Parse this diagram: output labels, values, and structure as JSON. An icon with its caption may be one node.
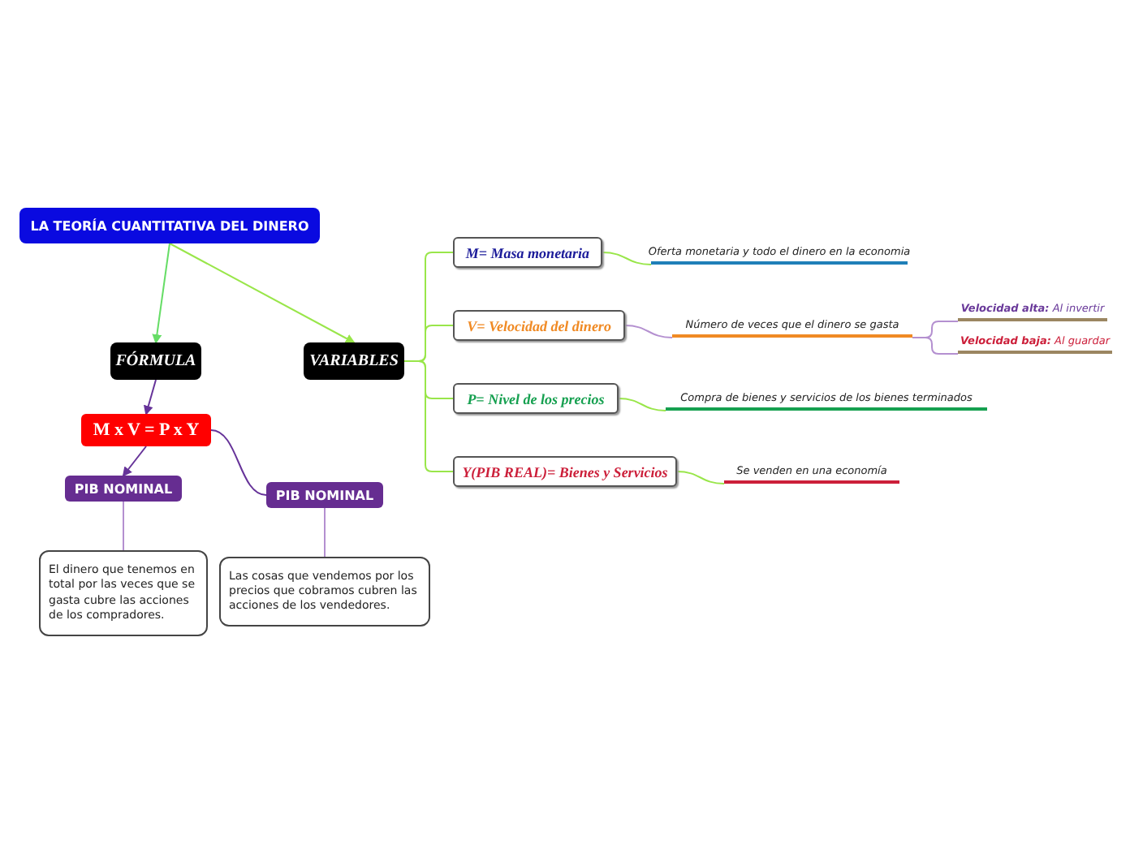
{
  "diagram": {
    "nodes": [
      {
        "text": [
          "LA TEORÍA CUANTITATIVA DEL DINERO"
        ]
      },
      {
        "text": [
          "FÓRMULA"
        ]
      },
      {
        "text": [
          "VARIABLES"
        ]
      },
      {
        "text": [
          "M x V = P x Y"
        ]
      },
      {
        "text": [
          "PIB NOMINAL"
        ]
      },
      {
        "text": [
          "PIB NOMINAL"
        ]
      },
      {
        "text": [
          "El dinero que tenemos en total por las veces que se gasta cubre las acciones de los compradores."
        ]
      },
      {
        "text": [
          "Las cosas que vendemos por los precios que cobramos cubren las acciones de los vendedores."
        ]
      },
      {
        "text": [
          "M= Masa monetaria"
        ]
      },
      {
        "text": [
          "Oferta monetaria y todo el dinero en la economia"
        ]
      },
      {
        "text": [
          "V= Velocidad del dinero"
        ]
      },
      {
        "text": [
          "Número de veces que el dinero se gasta"
        ]
      },
      {
        "text": [
          "**Velocidad alta:** Al invertir"
        ]
      },
      {
        "text": [
          "**Velocidad baja:** Al guardar"
        ]
      },
      {
        "text": [
          "P= Nivel de los precios"
        ]
      },
      {
        "text": [
          "Compra de bienes y servicios de los bienes terminados"
        ]
      },
      {
        "text": [
          "Y(PIB REAL)= Bienes y Servicios"
        ]
      },
      {
        "text": [
          "Se venden en una economía"
        ]
      }
    ],
    "edges": [
      {
        "from": 0,
        "to": 1,
        "arrow": "to",
        "color": "#66dd66"
      },
      {
        "from": 0,
        "to": 2,
        "arrow": "to"
      },
      {
        "from": 1,
        "to": 3,
        "arrow": "to",
        "color": "#663399"
      },
      {
        "from": 3,
        "to": 4,
        "arrow": "to",
        "color": "#663399"
      },
      {
        "from": 3,
        "to": 5,
        "arrow": "none",
        "color": "#663399"
      },
      {
        "from": 4,
        "to": 6,
        "arrow": "none",
        "color": "#b490d0"
      },
      {
        "from": 5,
        "to": 7,
        "arrow": "none",
        "color": "#b490d0"
      },
      {
        "from": 2,
        "to": 8,
        "arrow": "none"
      },
      {
        "from": 2,
        "to": 10,
        "arrow": "none"
      },
      {
        "from": 2,
        "to": 14,
        "arrow": "none"
      },
      {
        "from": 2,
        "to": 16,
        "arrow": "none"
      },
      {
        "from": 8,
        "to": 9,
        "arrow": "none"
      },
      {
        "from": 10,
        "to": 11,
        "arrow": "none",
        "color": "#b490d0"
      },
      {
        "from": 11,
        "to": 12,
        "arrow": "none",
        "color": "#b490d0"
      },
      {
        "from": 11,
        "to": 13,
        "arrow": "none",
        "color": "#b490d0"
      },
      {
        "from": 14,
        "to": 15,
        "arrow": "none"
      },
      {
        "from": 16,
        "to": 17,
        "arrow": "none"
      }
    ]
  }
}
